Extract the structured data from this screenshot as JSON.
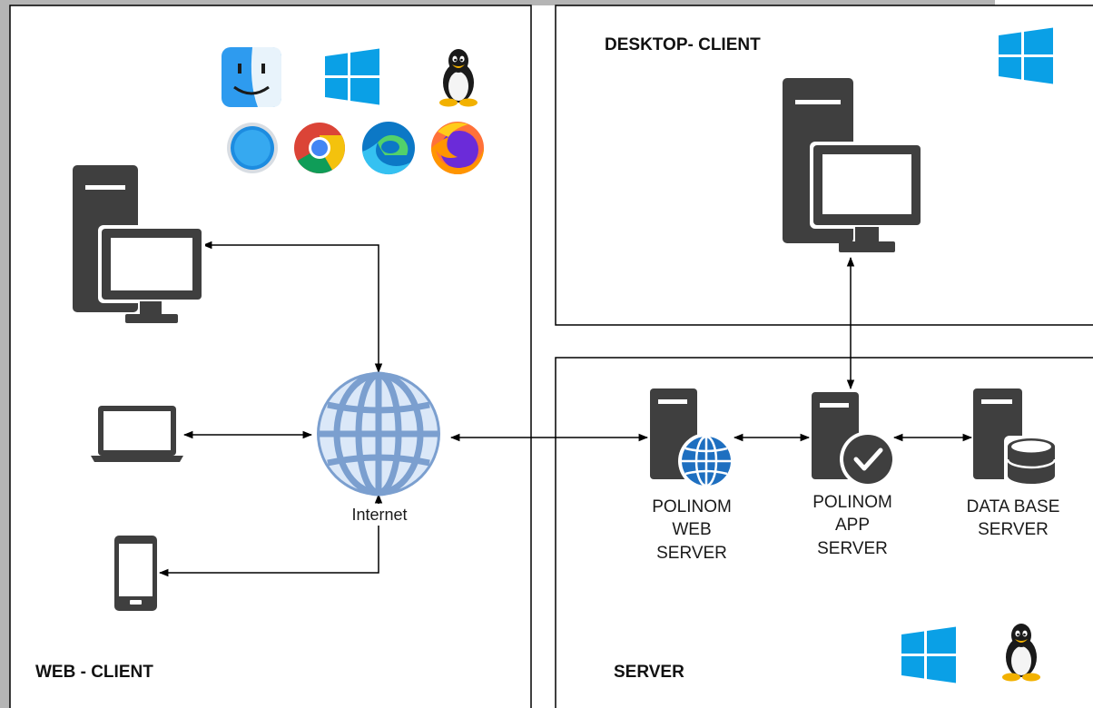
{
  "web_client": {
    "title": "WEB - CLIENT",
    "internet_label": "Internet",
    "os_icons": [
      "finder-icon",
      "windows-icon",
      "linux-tux-icon"
    ],
    "browser_icons": [
      "safari-icon",
      "chrome-icon",
      "edge-icon",
      "firefox-icon"
    ],
    "devices": [
      "desktop-computer-icon",
      "laptop-icon",
      "smartphone-icon"
    ]
  },
  "desktop_client": {
    "title": "DESKTOP- CLIENT",
    "os_icons": [
      "windows-icon"
    ],
    "device": "desktop-computer-icon"
  },
  "server": {
    "title": "SERVER",
    "web_server": [
      "POLINOM",
      "WEB",
      "SERVER"
    ],
    "app_server": [
      "POLINOM",
      "APP",
      "SERVER"
    ],
    "db_server": [
      "DATA BASE",
      "SERVER"
    ],
    "os_icons": [
      "windows-icon",
      "linux-tux-icon"
    ]
  },
  "colors": {
    "device_dark": "#3f3f3f",
    "globe_fill": "#dbe8f8",
    "globe_stroke": "#7b9fcf",
    "windows_blue": "#0aa0e6",
    "web_globe_blue": "#1e6fc0",
    "left_strip": "#b5b5b5"
  }
}
